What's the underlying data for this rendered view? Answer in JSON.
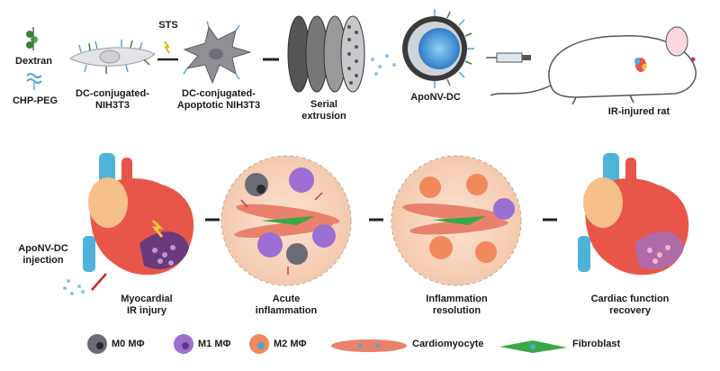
{
  "top_row": {
    "dextran_label": "Dextran",
    "chp_peg_label": "CHP-PEG",
    "dc_cell_label": "DC-conjugated-\nNIH3T3",
    "sts_label": "STS",
    "apoptotic_label": "DC-conjugated-\nApoptotic NIH3T3",
    "extrusion_label": "Serial\nextrusion",
    "aponv_label": "ApoNV-DC",
    "rat_label": "IR-injured rat"
  },
  "bottom_row": {
    "injection_label": "ApoNV-DC\ninjection",
    "stages": [
      {
        "label": "Myocardial\nIR injury"
      },
      {
        "label": "Acute\ninflammation"
      },
      {
        "label": "Inflammation\nresolution"
      },
      {
        "label": "Cardiac function\nrecovery"
      }
    ]
  },
  "legend": {
    "m0": "M0 MΦ",
    "m1": "M1 MΦ",
    "m2": "M2 MΦ",
    "cardiomyocyte": "Cardiomyocyte",
    "fibroblast": "Fibroblast"
  },
  "colors": {
    "m0": "#6b6b78",
    "m1": "#9b6fd1",
    "m2": "#f08a5d",
    "cardiomyocyte": "#e8826c",
    "fibroblast": "#3aa845",
    "heart_red": "#e8564a",
    "aorta_blue": "#4fb3d9"
  }
}
